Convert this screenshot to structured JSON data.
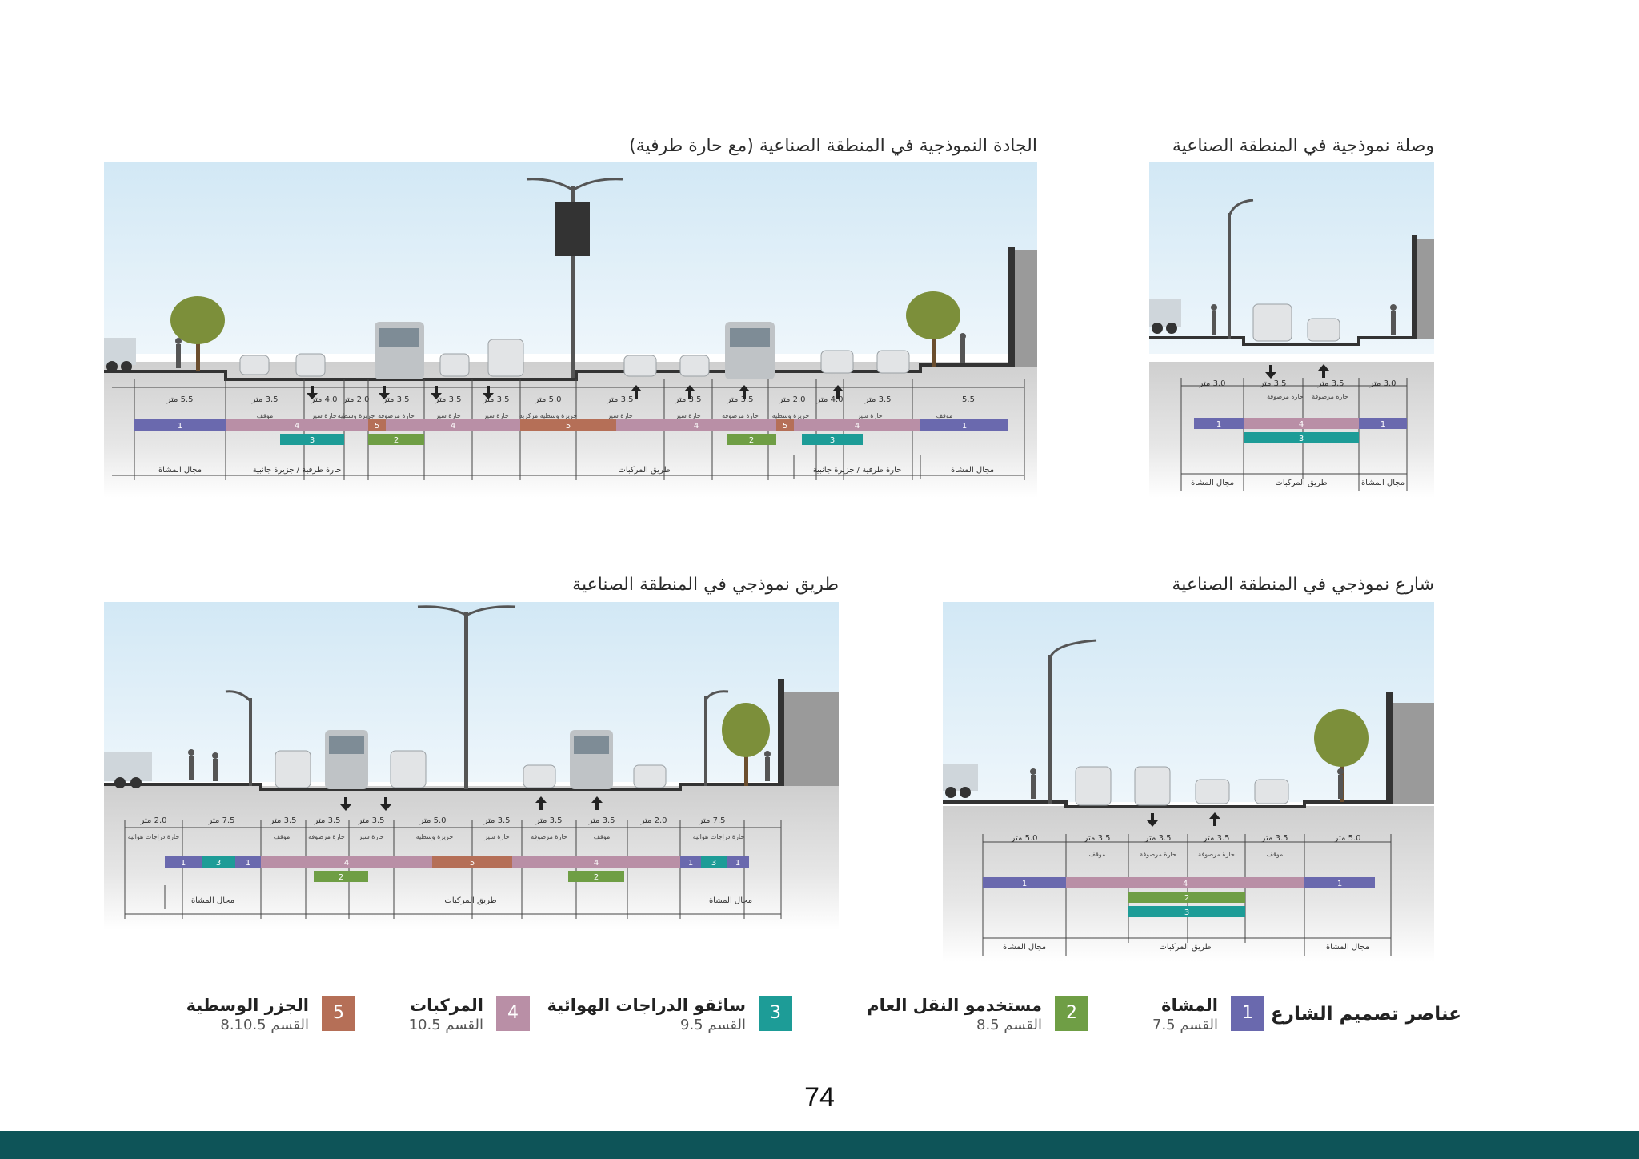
{
  "colors": {
    "c1": "#6a69ae",
    "c2": "#6f9e45",
    "c3": "#1d9c97",
    "c4": "#b98fa6",
    "c5": "#b56f57",
    "footer": "#0e5458",
    "sky": "#d9ecf7",
    "ground": "#d6d6d6"
  },
  "titles": {
    "boulevard": "الجادة النموذجية في المنطقة الصناعية (مع حارة طرفية)",
    "link": "وصلة نموذجية في المنطقة الصناعية",
    "road": "طريق نموذجي في المنطقة الصناعية",
    "street": "شارع نموذجي في المنطقة الصناعية"
  },
  "boulevard": {
    "dims": [
      "5.5 متر",
      "3.5 متر",
      "4.0 متر",
      "2.0 متر",
      "3.5 متر",
      "3.5 متر",
      "3.5 متر",
      "5.0 متر",
      "3.5 متر",
      "3.5 متر",
      "3.5 متر",
      "2.0 متر",
      "4.0 متر",
      "3.5 متر",
      "5.5"
    ],
    "lanes": [
      "موقف",
      "حارة سير",
      "جزيرة وسطية",
      "حارة مرصوفة",
      "حارة سير",
      "حارة سير",
      "جزيرة وسطية مركزية",
      "حارة سير",
      "حارة سير",
      "حارة مرصوفة",
      "جزيرة وسطية",
      "حارة سير",
      "موقف"
    ],
    "zones": [
      "مجال المشاة",
      "حارة طرفية / جزيرة جانبية",
      "طريق المركبات",
      "حارة طرفية / جزيرة جانبية",
      "مجال المشاة"
    ],
    "bar_numbers": [
      "1",
      "4",
      "5",
      "4",
      "5",
      "4",
      "5",
      "4",
      "1",
      "3",
      "2",
      "2",
      "3"
    ]
  },
  "link": {
    "dims": [
      "3.0 متر",
      "3.5 متر",
      "3.5 متر",
      "3.0 متر"
    ],
    "lanes": [
      "حارة مرصوفة",
      "حارة مرصوفة"
    ],
    "zones": [
      "مجال المشاة",
      "طريق المركبات",
      "مجال المشاة"
    ],
    "bar_numbers": [
      "1",
      "4",
      "1",
      "3"
    ]
  },
  "road": {
    "dims": [
      "2.0 متر",
      "7.5 متر",
      "3.5 متر",
      "3.5 متر",
      "3.5 متر",
      "5.0 متر",
      "3.5 متر",
      "3.5 متر",
      "3.5 متر",
      "2.0 متر",
      "7.5 متر"
    ],
    "lanes": [
      "حارة دراجات هوائية",
      "موقف",
      "حارة مرصوفة",
      "حارة سير",
      "جزيرة وسطية",
      "حارة سير",
      "حارة مرصوفة",
      "موقف",
      "حارة دراجات هوائية"
    ],
    "zones": [
      "مجال المشاة",
      "طريق المركبات",
      "مجال المشاة"
    ],
    "bar_numbers": [
      "1",
      "3",
      "1",
      "4",
      "5",
      "4",
      "1",
      "3",
      "1",
      "2",
      "2"
    ]
  },
  "street": {
    "dims": [
      "5.0 متر",
      "3.5 متر",
      "3.5 متر",
      "3.5 متر",
      "3.5 متر",
      "5.0 متر"
    ],
    "lanes": [
      "موقف",
      "حارة مرصوفة",
      "حارة مرصوفة",
      "موقف"
    ],
    "zones": [
      "مجال المشاة",
      "طريق المركبات",
      "مجال المشاة"
    ],
    "bar_numbers": [
      "1",
      "4",
      "1",
      "2",
      "3"
    ]
  },
  "legend": {
    "title": "عناصر تصميم الشارع",
    "items": [
      {
        "num": "1",
        "name": "المشاة",
        "section": "القسم 7.5"
      },
      {
        "num": "2",
        "name": "مستخدمو النقل العام",
        "section": "القسم 8.5"
      },
      {
        "num": "3",
        "name": "سائقو الدراجات الهوائية",
        "section": "القسم 9.5"
      },
      {
        "num": "4",
        "name": "المركبات",
        "section": "القسم 10.5"
      },
      {
        "num": "5",
        "name": "الجزر الوسطية",
        "section": "القسم 8.10.5"
      }
    ]
  },
  "page_number": "74"
}
